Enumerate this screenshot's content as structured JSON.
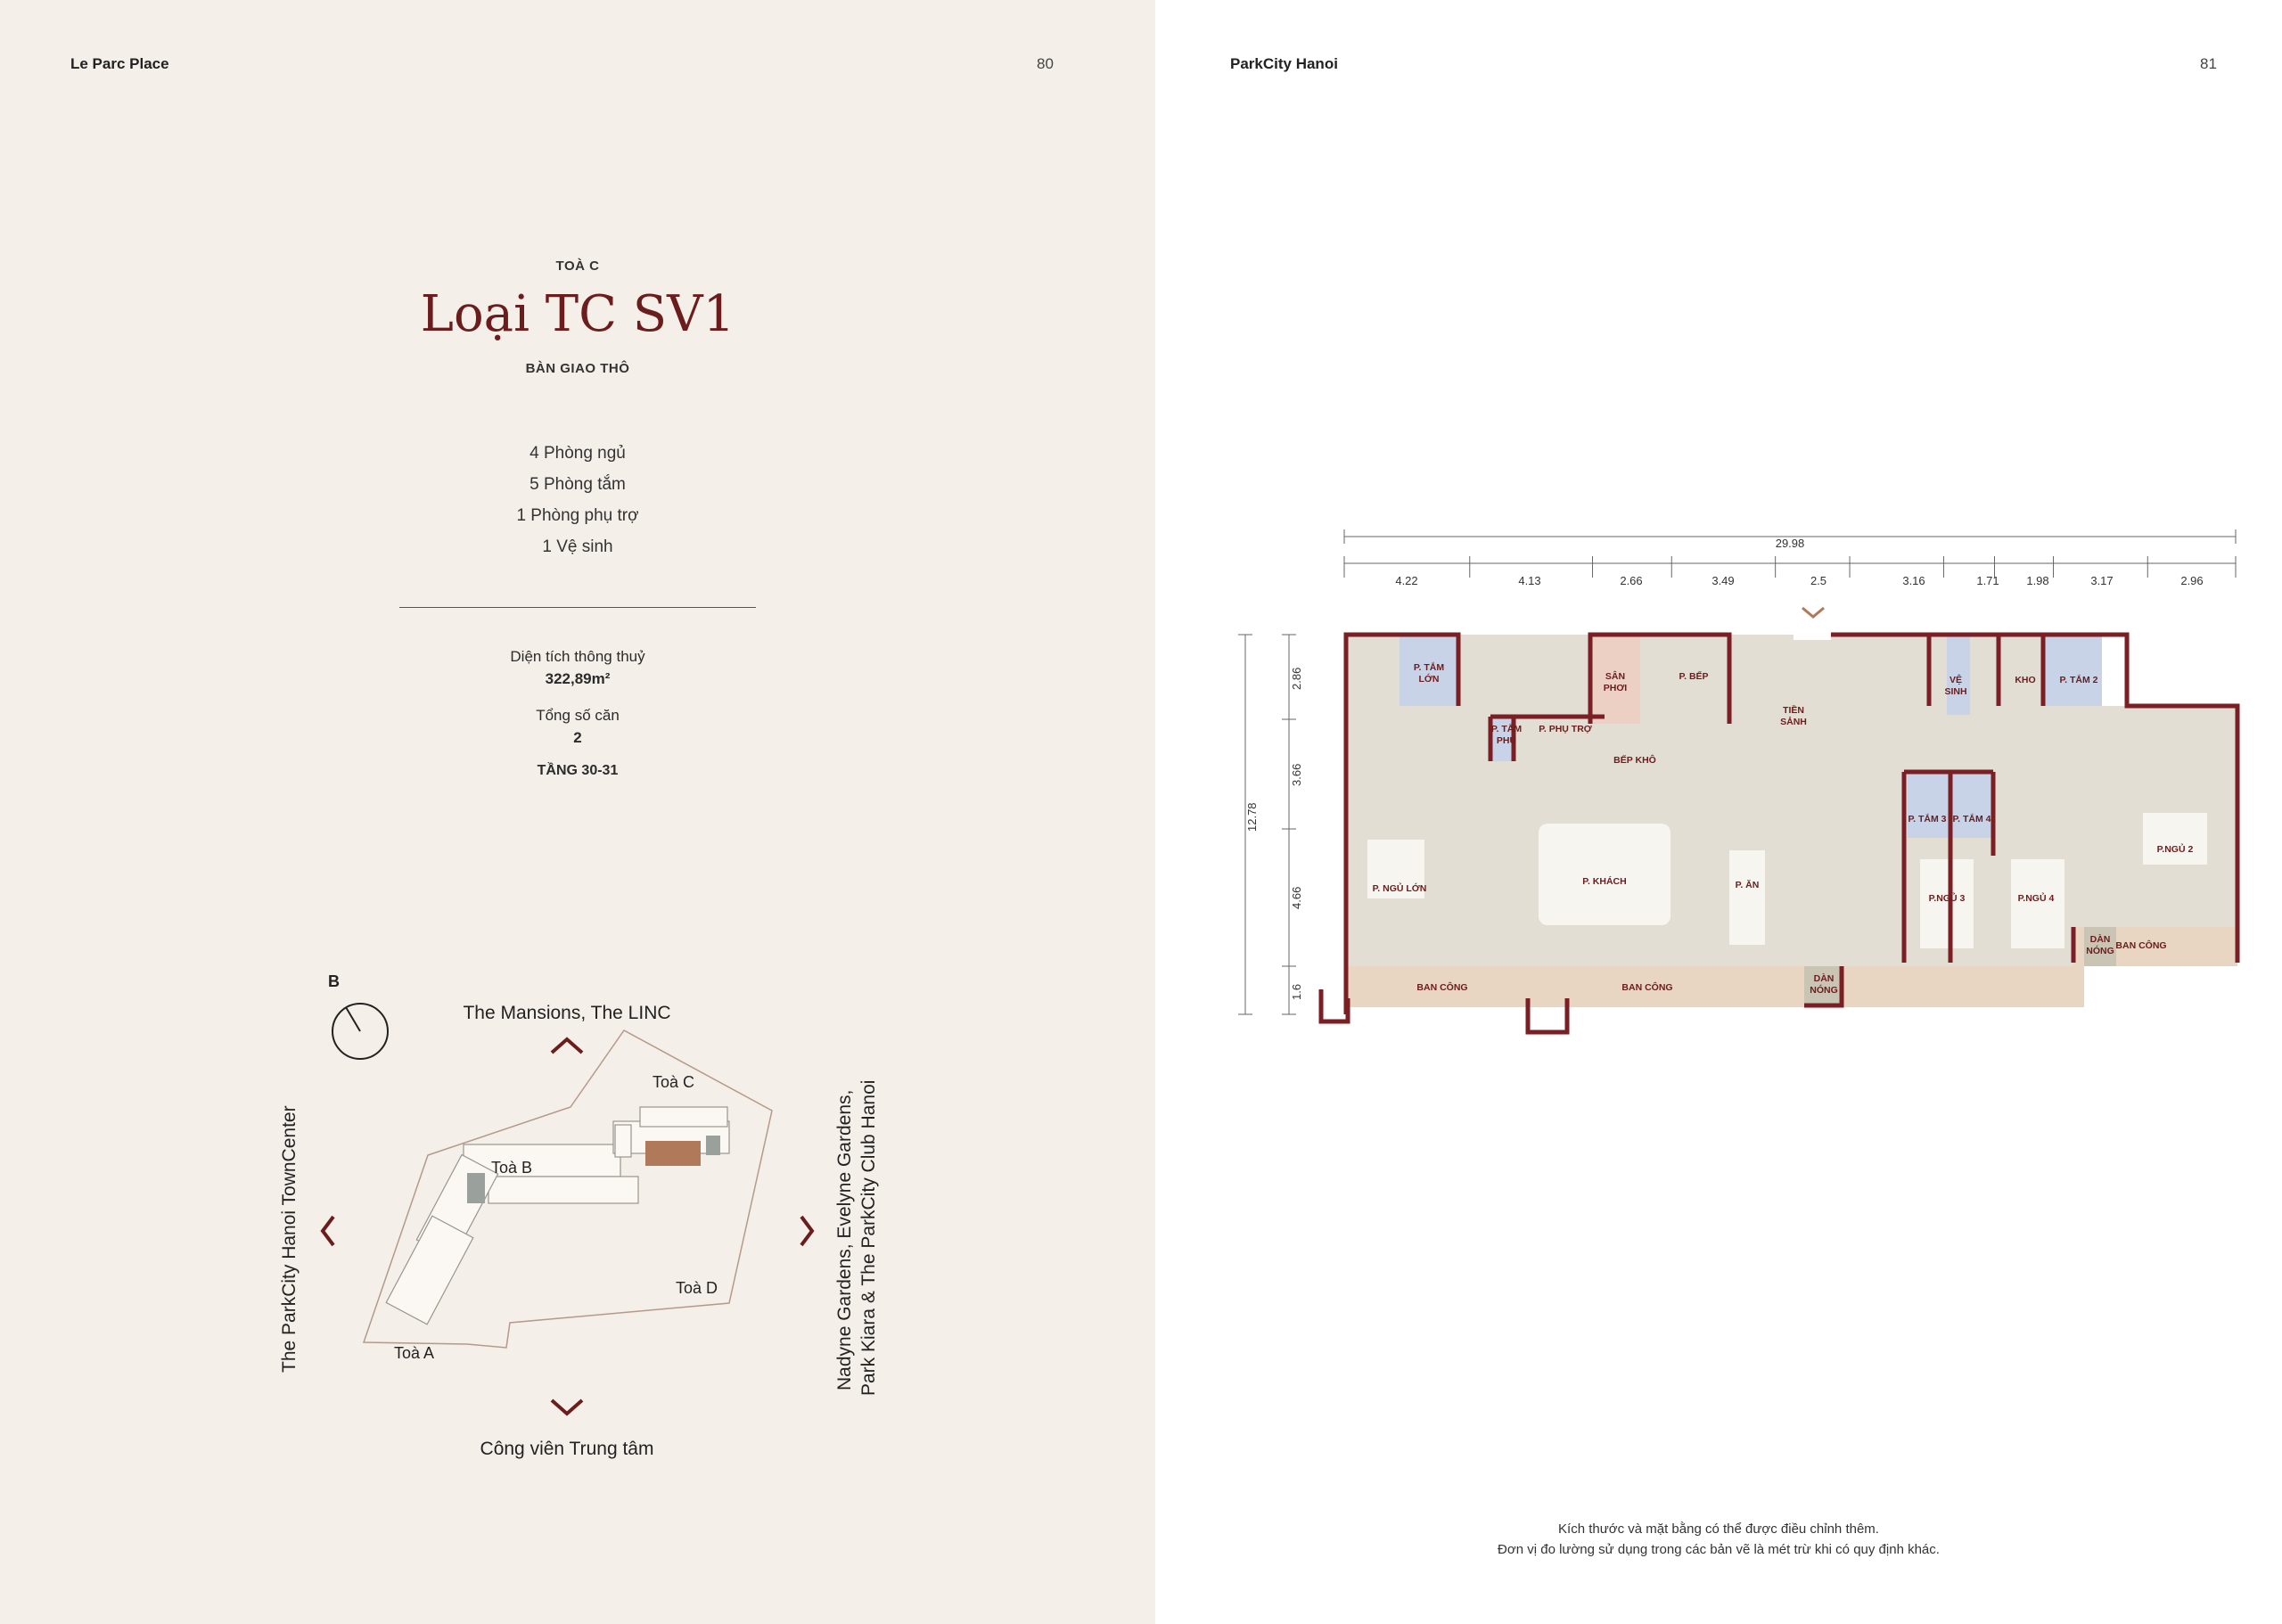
{
  "left_page": {
    "running_head": "Le Parc Place",
    "page_number": "80",
    "tower_label": "TOÀ C",
    "unit_title": "Loại TC SV1",
    "handover_label": "BÀN GIAO THÔ",
    "features": [
      "4 Phòng ngủ",
      "5 Phòng tắm",
      "1 Phòng phụ trợ",
      "1 Vệ sinh"
    ],
    "area_label": "Diện tích thông thuỷ",
    "area_value": "322,89m²",
    "units_label": "Tổng số căn",
    "units_value": "2",
    "floors": "TẦNG 30-31",
    "site_map": {
      "compass_label": "B",
      "top": "The Mansions, The LINC",
      "bottom": "Công viên Trung tâm",
      "left": "The ParkCity Hanoi TownCenter",
      "right_line1": "Nadyne Gardens, Evelyne Gardens,",
      "right_line2": "Park Kiara & The ParkCity Club Hanoi",
      "towers": {
        "a": "Toà A",
        "b": "Toà B",
        "c": "Toà C",
        "d": "Toà D"
      }
    }
  },
  "right_page": {
    "running_head": "ParkCity Hanoi",
    "page_number": "81",
    "floor_plan": {
      "total_width": "29.98",
      "width_segments": [
        "4.22",
        "4.13",
        "2.66",
        "3.49",
        "2.5",
        "3.16",
        "1.71",
        "1.98",
        "3.17",
        "2.96"
      ],
      "total_depth": "12.78",
      "depth_segments": [
        "2.86",
        "3.66",
        "4.66",
        "1.6"
      ],
      "rooms": {
        "master_bath": [
          "P. TẮM",
          "LỚN"
        ],
        "sub_bath": [
          "P. TẮM",
          "PHỤ"
        ],
        "utility_room": "P. PHỤ TRỢ",
        "drying_yard": [
          "SÂN",
          "PHƠI"
        ],
        "kitchen": "P. BẾP",
        "dry_kitchen": "BẾP KHÔ",
        "foyer": [
          "TIỀN",
          "SẢNH"
        ],
        "wc": [
          "VỆ",
          "SINH"
        ],
        "storage": "KHO",
        "bath2": "P. TẮM 2",
        "bath3": "P. TẮM 3",
        "bath4": "P. TẮM 4",
        "master_bedroom": "P. NGỦ LỚN",
        "living": "P. KHÁCH",
        "dining": "P. ĂN",
        "bedroom3": "P.NGỦ 3",
        "bedroom4": "P.NGỦ 4",
        "bedroom2": "P.NGỦ 2",
        "balcony_left": "BAN CÔNG",
        "balcony_mid": "BAN CÔNG",
        "balcony_right": "BAN CÔNG",
        "ac_unit_1": [
          "DÀN",
          "NÓNG"
        ],
        "ac_unit_2": [
          "DÀN",
          "NÓNG"
        ]
      }
    },
    "footnote_line1": "Kích thước và mặt bằng có thể được điều chỉnh thêm.",
    "footnote_line2": "Đơn vị đo lường sử dụng trong các bản vẽ là mét trừ khi có quy định khác."
  },
  "colors": {
    "left_background": "#f5efe9",
    "accent_maroon": "#6b1d1d",
    "wall": "#7a1f24",
    "floor_beige": "#e3ded3",
    "bath_blue": "#c8d3e8",
    "kitchen_pink": "#ecd0c3",
    "balcony_tan": "#e8d6c2",
    "tower_c_highlight": "#b07a5a"
  }
}
